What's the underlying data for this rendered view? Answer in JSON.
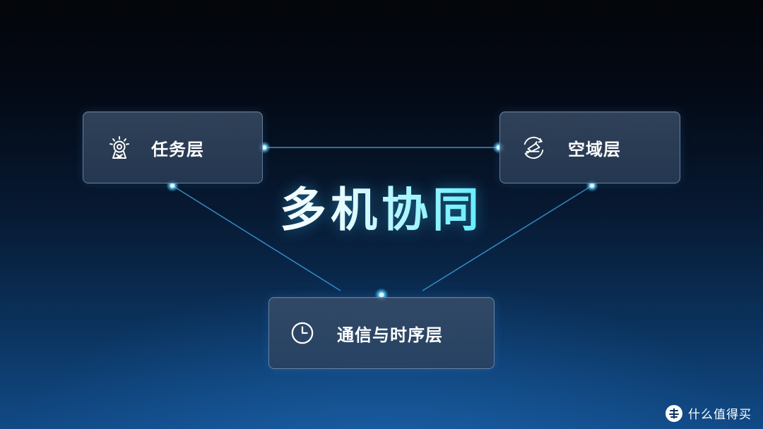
{
  "title": "多机协同",
  "nodes": [
    {
      "id": "task",
      "label": "任务层",
      "icon": "radar-tower-icon"
    },
    {
      "id": "airspace",
      "label": "空域层",
      "icon": "airspace-orbit-icon"
    },
    {
      "id": "comm",
      "label": "通信与时序层",
      "icon": "clock-icon"
    }
  ],
  "connections": [
    [
      "task",
      "airspace"
    ],
    [
      "task",
      "comm"
    ],
    [
      "airspace",
      "comm"
    ]
  ],
  "colors": {
    "accent": "#3de3f5",
    "line": "#3fa8e8",
    "node_border": "#96b4d7"
  },
  "watermark": {
    "text": "什么值得买",
    "icon": "zhi-logo-icon"
  }
}
